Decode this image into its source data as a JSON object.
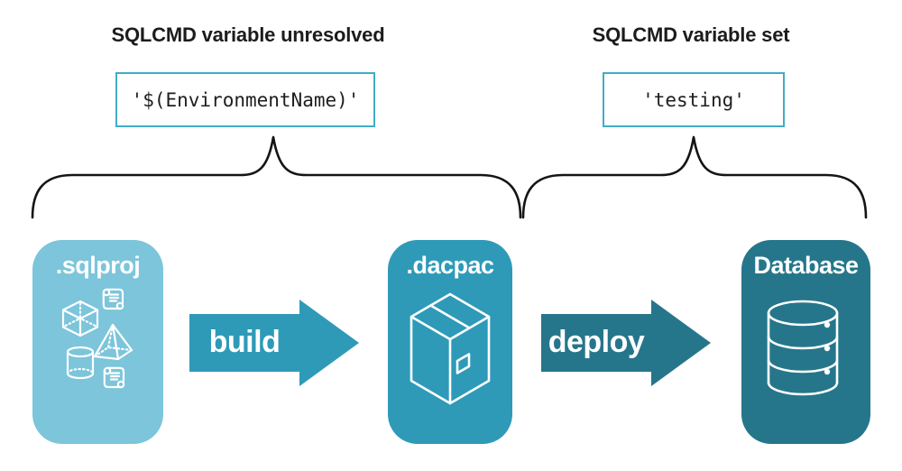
{
  "headings": {
    "unresolved": "SQLCMD variable unresolved",
    "set": "SQLCMD variable set"
  },
  "values": {
    "unresolved": "'$(EnvironmentName)'",
    "set": "'testing'"
  },
  "pipeline": {
    "nodes": [
      {
        "label": ".sqlproj",
        "icon": "sql-objects-icon"
      },
      {
        "label": ".dacpac",
        "icon": "package-box-icon"
      },
      {
        "label": "Database",
        "icon": "database-cylinder-icon"
      }
    ],
    "arrows": [
      {
        "label": "build"
      },
      {
        "label": "deploy"
      }
    ]
  },
  "colors": {
    "light_teal": "#7CC5DA",
    "mid_teal": "#2E9AB8",
    "dark_teal": "#26768B",
    "box_border": "#41ACC7",
    "text_dark": "#1C1C1C"
  }
}
